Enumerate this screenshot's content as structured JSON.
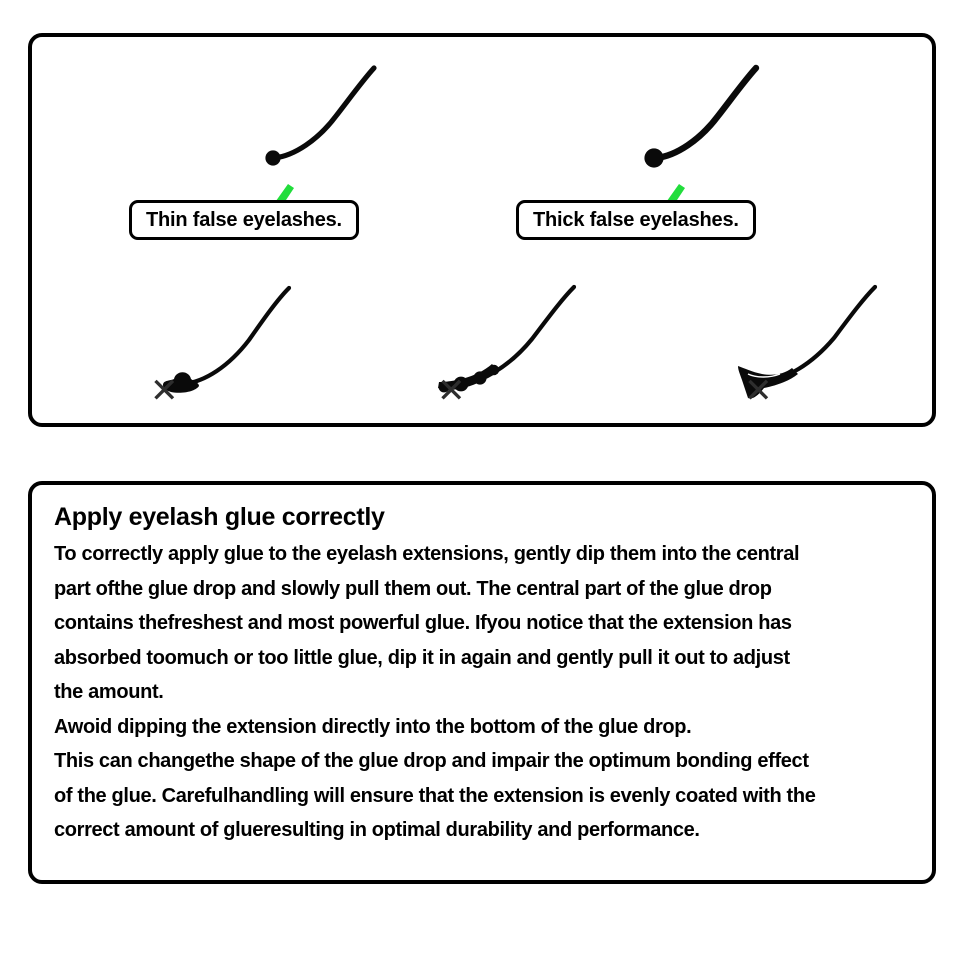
{
  "theme": {
    "background": "#ffffff",
    "border": "#000000",
    "text": "#000000",
    "check_green": "#22dd3c",
    "cross_gray": "#2e2e2e"
  },
  "diagram": {
    "good_examples": [
      {
        "id": "thin",
        "label": "Thin false eyelashes.",
        "marker": "check-mark",
        "marker_meaning": "correct"
      },
      {
        "id": "thick",
        "label": "Thick false eyelashes.",
        "marker": "check-mark",
        "marker_meaning": "correct"
      }
    ],
    "bad_examples": [
      {
        "id": "uneven",
        "marker": "cross-mark",
        "marker_glyph": "✕",
        "marker_meaning": "incorrect"
      },
      {
        "id": "beaded",
        "marker": "cross-mark",
        "marker_glyph": "✕",
        "marker_meaning": "incorrect"
      },
      {
        "id": "clumpy",
        "marker": "cross-mark",
        "marker_glyph": "✕",
        "marker_meaning": "incorrect"
      }
    ]
  },
  "instructions": {
    "heading": "Apply eyelash glue correctly",
    "lines": [
      "To correctly apply glue to the eyelash extensions, gently dip them into the central",
      "part ofthe glue drop and slowly pull them out. The central part of the glue drop",
      "contains thefreshest and most powerful glue. Ifyou notice that the extension has",
      "absorbed toomuch or too little glue, dip it in again and gently pull it out to adjust",
      "the amount.",
      "Awoid dipping the extension directly into the bottom of the glue drop.",
      "This can changethe shape of the glue drop and impair the optimum bonding effect",
      "of the glue. Carefulhandling will ensure that the extension is evenly coated with the",
      "correct amount of glueresulting in optimal durability and performance."
    ]
  }
}
